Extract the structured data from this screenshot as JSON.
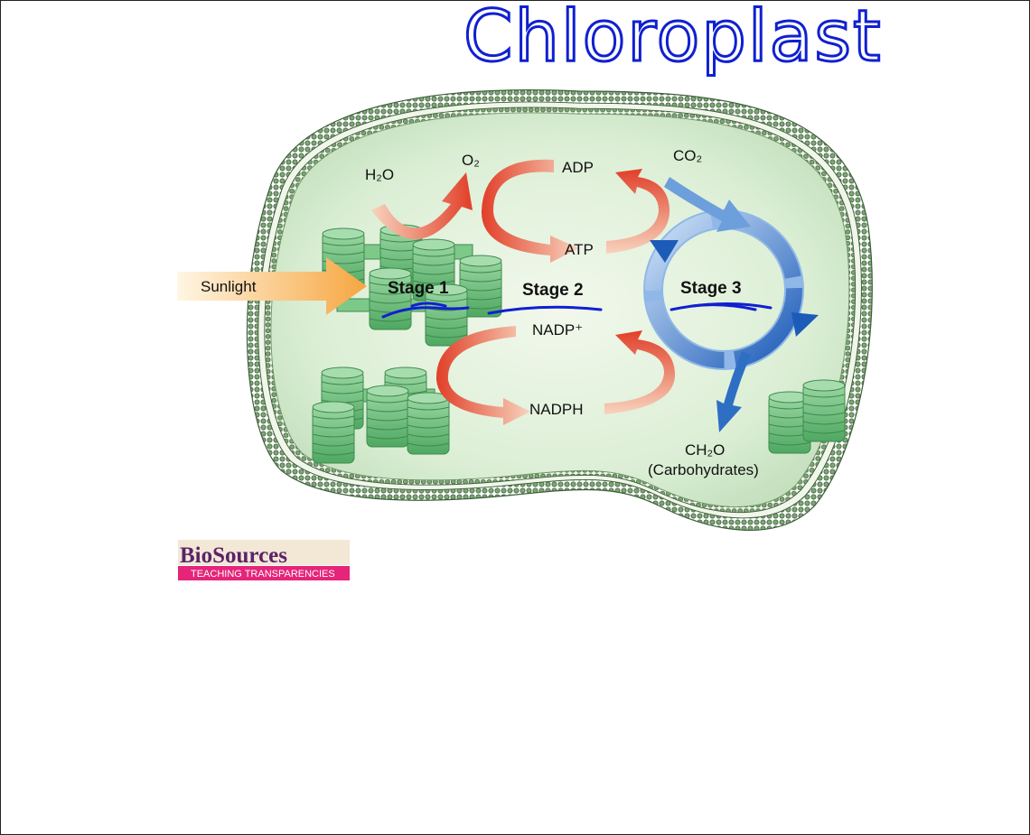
{
  "annotation": {
    "handwritten_title": "Chloroplast"
  },
  "diagram": {
    "inputs": {
      "light": "Sunlight"
    },
    "stages": [
      "Stage 1",
      "Stage 2",
      "Stage 3"
    ],
    "molecules": {
      "water": "H₂O",
      "oxygen": "O₂",
      "adp": "ADP",
      "atp": "ATP",
      "nadp": "NADP⁺",
      "nadph": "NADPH",
      "co2": "CO₂",
      "ch2o": "CH₂O",
      "carbohydrates": "(Carbohydrates)"
    },
    "colors": {
      "stroma": "#d6ecd0",
      "membrane": "#5e8a5a",
      "thylakoid": "#6fc07e",
      "light_reaction_arrows": "#e8533a",
      "calvin_cycle_arrows": "#2e6fc4",
      "sunlight_arrow": "#f6b25a",
      "ink": "#1020d0"
    }
  },
  "logo": {
    "brand": "BioSources",
    "tagline": "TEACHING TRANSPARENCIES"
  }
}
